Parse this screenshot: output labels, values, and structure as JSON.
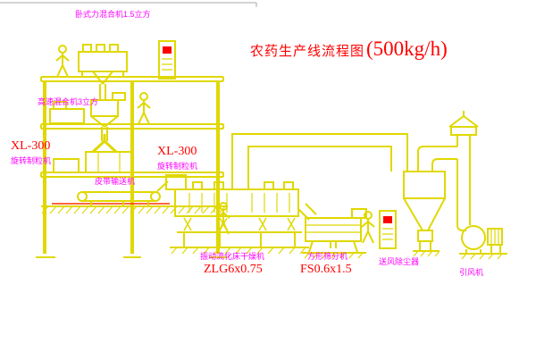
{
  "title": {
    "name": "农药生产线流程图",
    "capacity": "(500kg/h)"
  },
  "labels": {
    "horizontal_mixer": "卧式力混合机1.5立方",
    "high_speed_mixer": "高速混合机3立方",
    "granulator_left_model": "XL-300",
    "granulator_left_name": "旋转制粒机",
    "granulator_mid_model": "XL-300",
    "granulator_mid_name": "旋转制粒机",
    "belt_conveyor": "皮带输送机",
    "dryer_name": "振动流化床干燥机",
    "dryer_model": "ZLG6x0.75",
    "sieve_name": "方形筛分机",
    "sieve_model": "FS0.6x1.5",
    "dust_collector": "送风除尘器",
    "induced_fan": "引风机"
  },
  "colors": {
    "line_yellow": "#e0d800",
    "label_magenta": "#ff00ff",
    "model_red": "#ff0000"
  }
}
